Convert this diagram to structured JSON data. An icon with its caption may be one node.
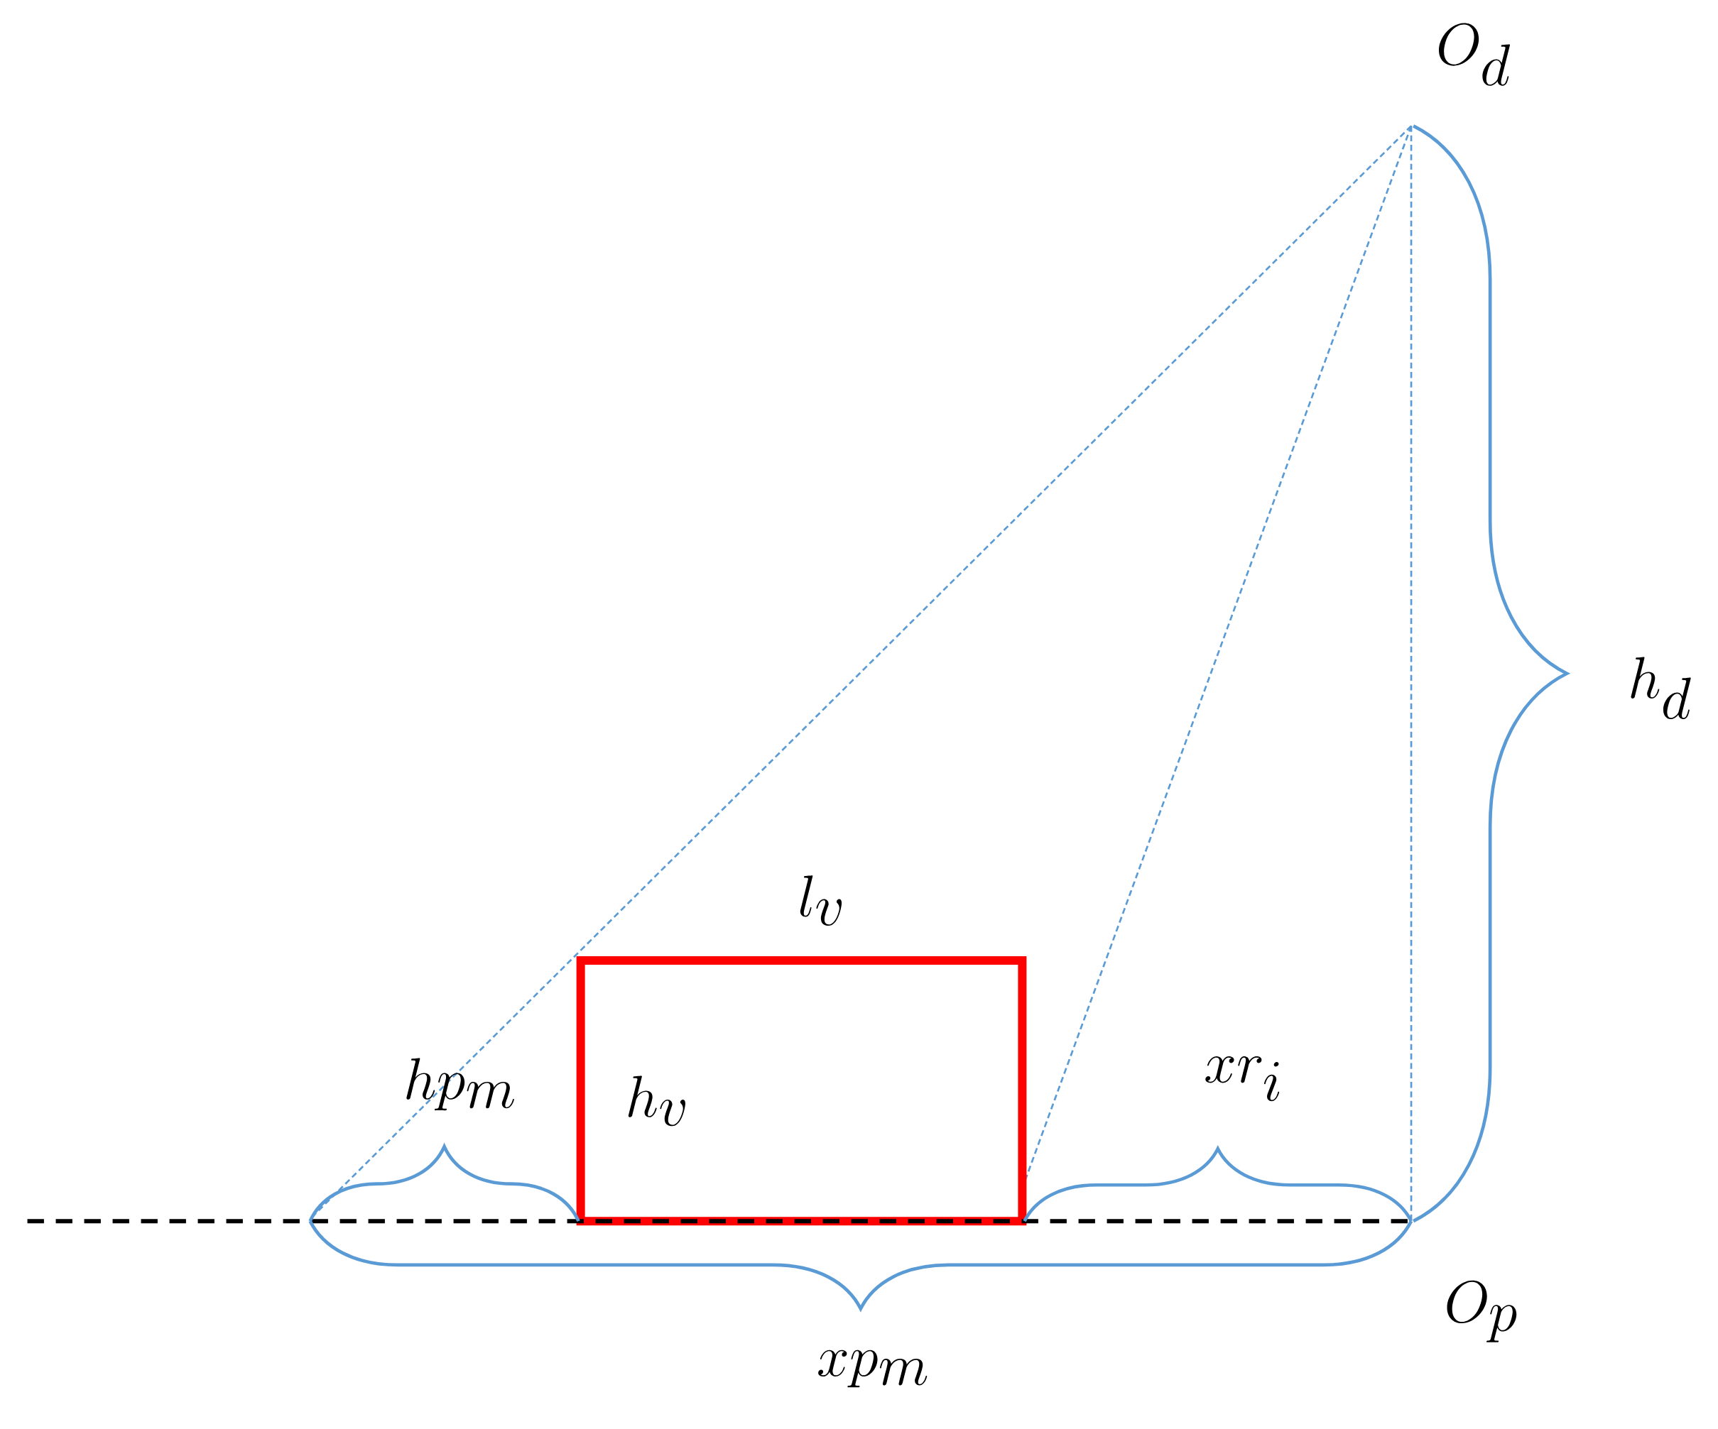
{
  "diagram": {
    "nodes": [
      {
        "text": [
          "l_v",
          "h_v"
        ]
      }
    ],
    "labels": [
      "O_d",
      "h_d",
      "hp_m",
      "xr_i",
      "O_p",
      "xp_m"
    ]
  }
}
